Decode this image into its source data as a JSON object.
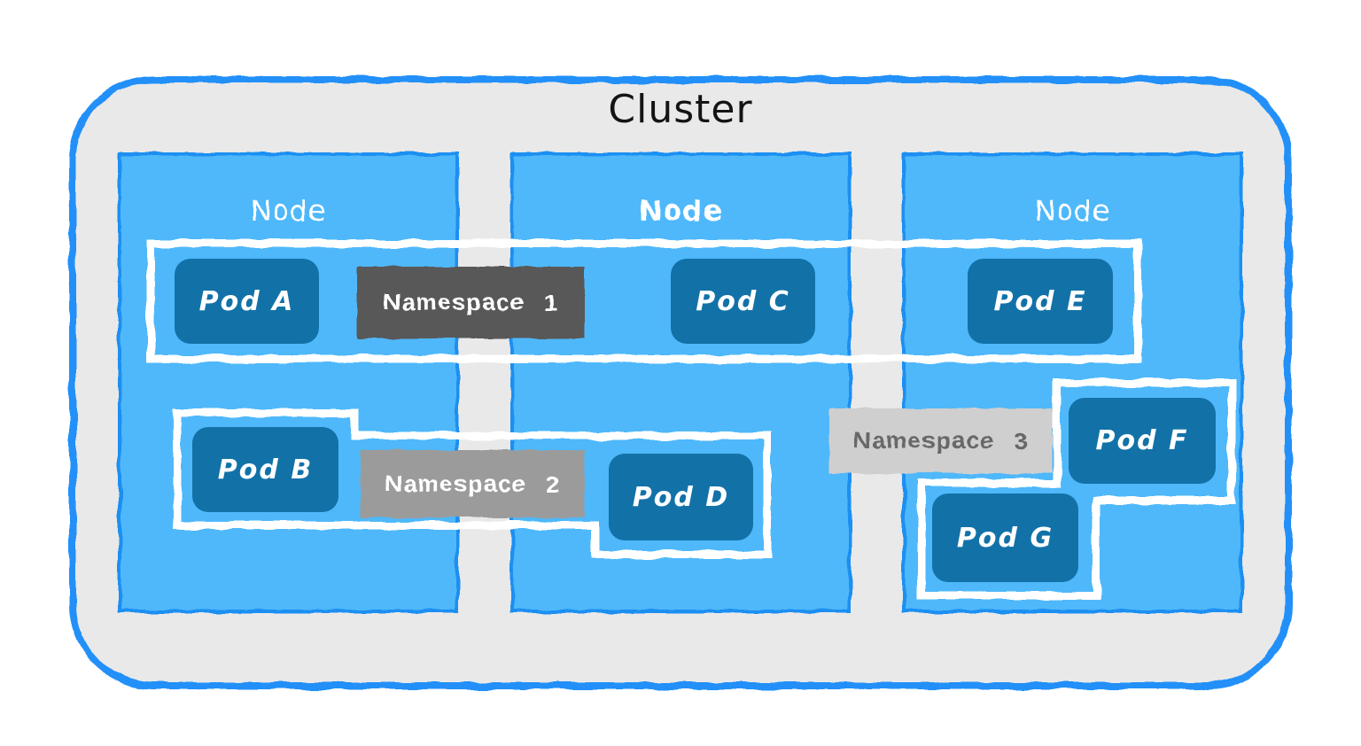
{
  "title": "Cluster",
  "nodes": [
    {
      "label": "Node"
    },
    {
      "label": "Node"
    },
    {
      "label": "Node"
    }
  ],
  "pods": [
    {
      "label": "Pod A"
    },
    {
      "label": "Pod B"
    },
    {
      "label": "Pod C"
    },
    {
      "label": "Pod D"
    },
    {
      "label": "Pod E"
    },
    {
      "label": "Pod F"
    },
    {
      "label": "Pod G"
    }
  ],
  "namespaces": [
    {
      "label": "Namespace 1"
    },
    {
      "label": "Namespace 2"
    },
    {
      "label": "Namespace 3"
    }
  ],
  "colors": {
    "cluster_border": "#2090f8",
    "cluster_bg": "#e9e9e9",
    "node_fill": "#4fb8fa",
    "node_border": "#1e8ff2",
    "pod_fill": "#1272a8",
    "namespace1_bg": "#595959",
    "namespace2_bg": "#9b9b9b",
    "namespace3_bg": "#cfcfcf",
    "namespace3_text": "#686868",
    "namespace_outline": "#ffffff"
  }
}
